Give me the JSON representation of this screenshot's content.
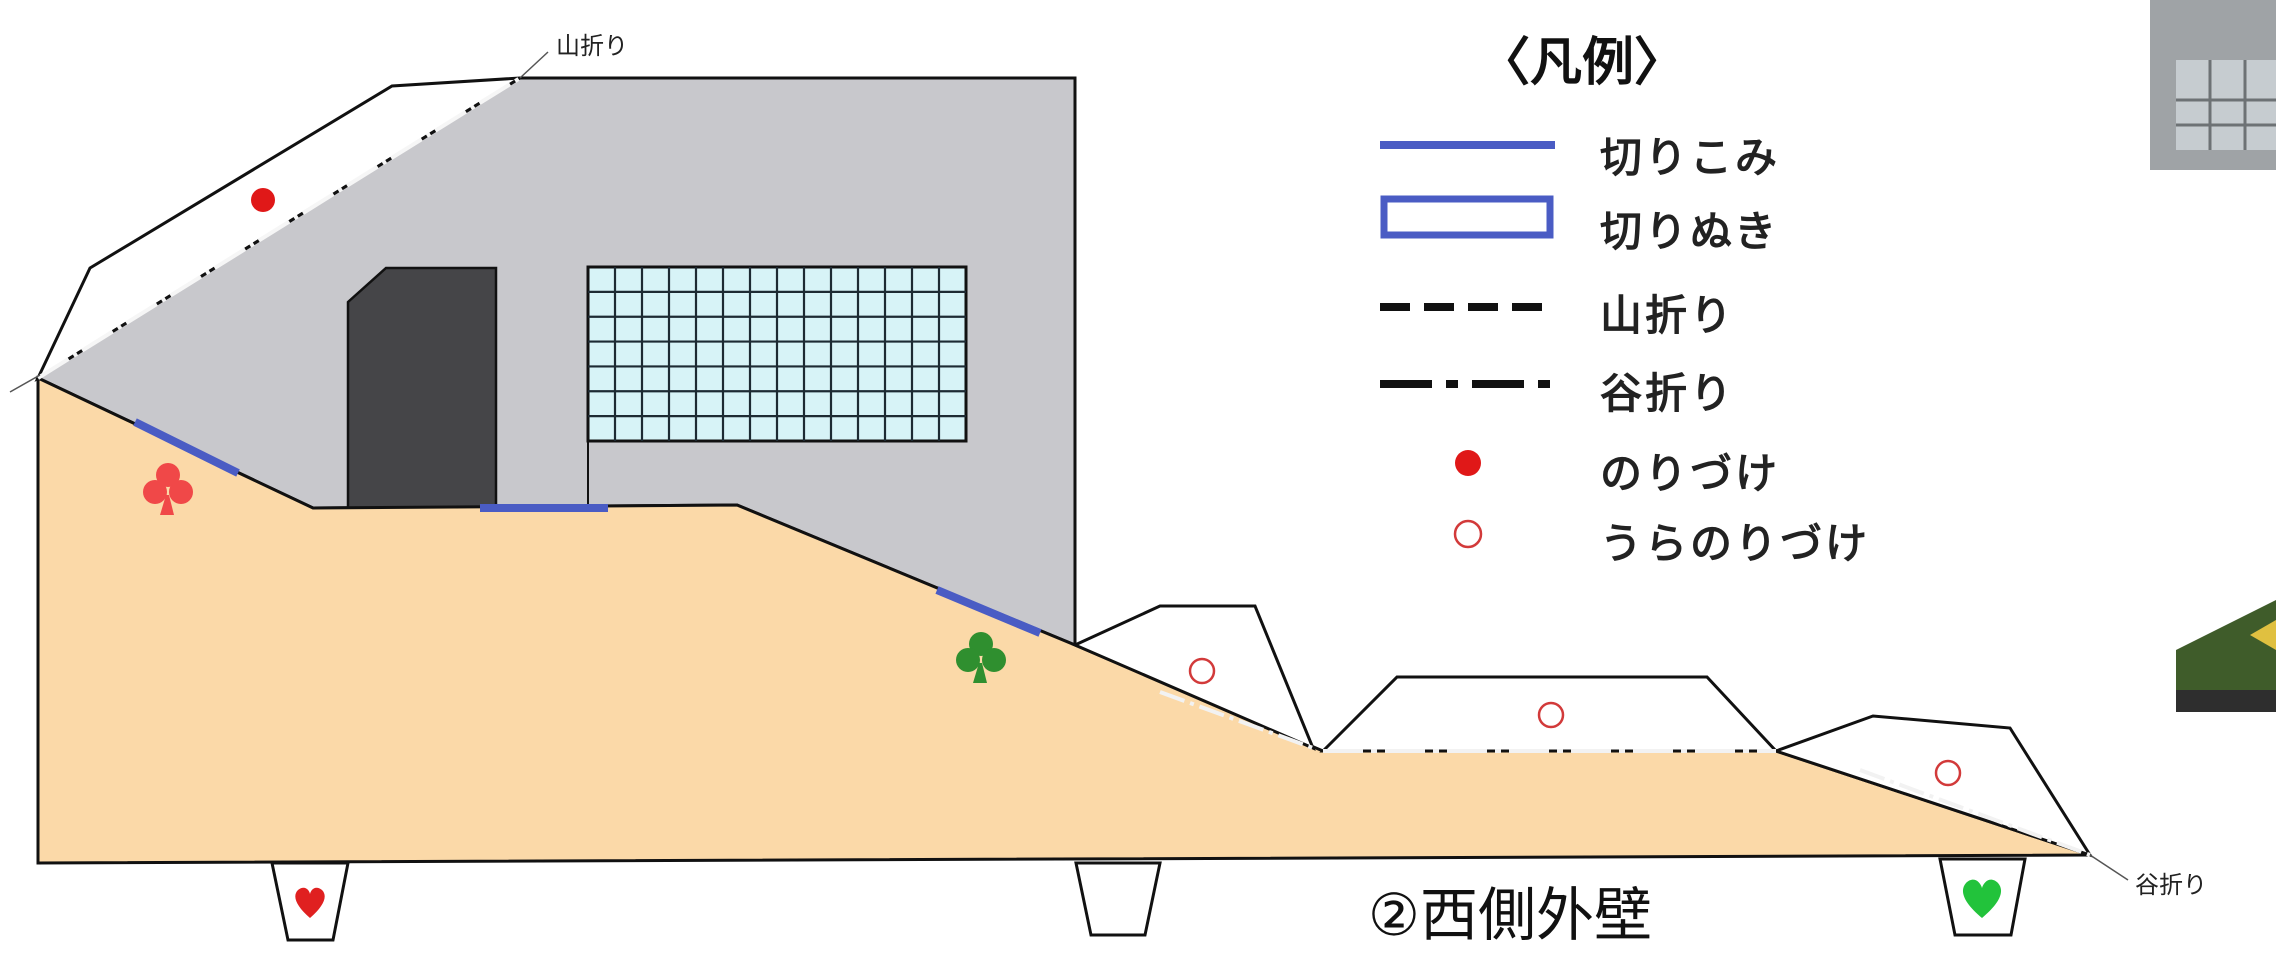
{
  "labels": {
    "mountain_fold_top": "山折り",
    "valley_fold_right": "谷折り",
    "title": "②西側外壁"
  },
  "legend": {
    "heading": "〈凡例〉",
    "items": [
      {
        "key": "cut",
        "label": "切りこみ"
      },
      {
        "key": "cutout",
        "label": "切りぬき"
      },
      {
        "key": "mountain",
        "label": "山折り"
      },
      {
        "key": "valley",
        "label": "谷折り"
      },
      {
        "key": "glue",
        "label": "のりづけ"
      },
      {
        "key": "back-glue",
        "label": "うらのりづけ"
      }
    ]
  },
  "colors": {
    "wall_gray": "#c8c8cc",
    "ground_orange": "#fbd9a8",
    "door_dark": "#454548",
    "window_fill": "#d7f3f7",
    "cut_blue": "#4a5cc4",
    "glue_red": "#e01818",
    "club_red": "#f04848",
    "club_green": "#2f8f2f",
    "heart_red": "#e02020",
    "heart_green": "#22c33b"
  }
}
